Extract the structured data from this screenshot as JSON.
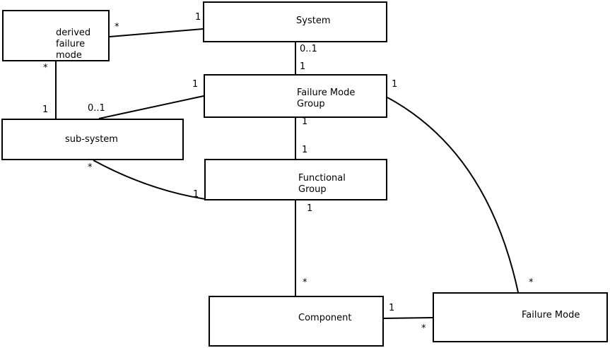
{
  "diagram": {
    "type": "uml-class-association-diagram",
    "colors": {
      "background": "#ffffff",
      "line": "#000000",
      "text": "#000000",
      "box_fill": "#ffffff"
    },
    "entities": {
      "derived_failure_mode": {
        "label": "derived\nfailure\nmode"
      },
      "system": {
        "label": "System"
      },
      "failure_mode_group": {
        "label": "Failure Mode\nGroup"
      },
      "sub_system": {
        "label": "sub-system"
      },
      "functional_group": {
        "label": "Functional\nGroup"
      },
      "component": {
        "label": "Component"
      },
      "failure_mode": {
        "label": "Failure Mode"
      }
    },
    "relations": {
      "derived_to_system": {
        "from": "derived_failure_mode",
        "to": "system",
        "from_label": "*",
        "to_label": "1"
      },
      "derived_to_subsystem": {
        "from": "derived_failure_mode",
        "to": "sub_system",
        "from_label": "*",
        "to_label": "1"
      },
      "system_to_fmg": {
        "from": "system",
        "to": "failure_mode_group",
        "from_label": "0..1",
        "to_label": "1"
      },
      "subsystem_to_fmg": {
        "from": "sub_system",
        "to": "failure_mode_group",
        "from_label": "0..1",
        "to_label": "1"
      },
      "fmg_to_funcgroup": {
        "from": "failure_mode_group",
        "to": "functional_group",
        "from_label": "1",
        "to_label": "1"
      },
      "subsystem_to_funcgroup": {
        "from": "sub_system",
        "to": "functional_group",
        "from_label": "*",
        "to_label": "1"
      },
      "funcgroup_to_component": {
        "from": "functional_group",
        "to": "component",
        "from_label": "1",
        "to_label": "*"
      },
      "component_to_failuremode": {
        "from": "component",
        "to": "failure_mode",
        "from_label": "1",
        "to_label": "*"
      },
      "fmg_to_failuremode": {
        "from": "failure_mode_group",
        "to": "failure_mode",
        "from_label": "1",
        "to_label": "*"
      }
    }
  }
}
